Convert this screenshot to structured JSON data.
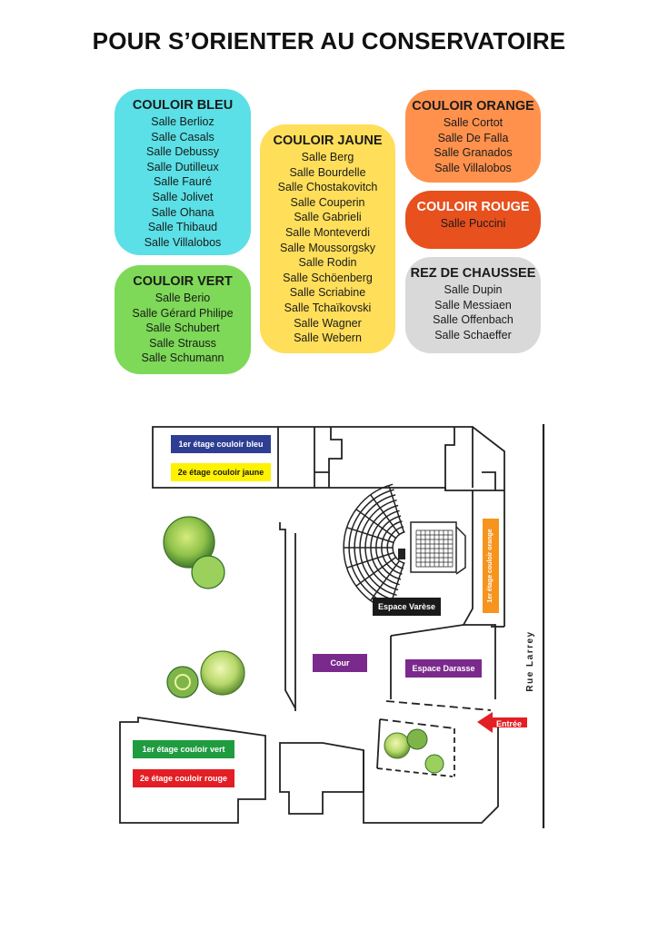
{
  "title": "POUR S’ORIENTER AU CONSERVATOIRE",
  "colors": {
    "bleu": "#5ae0e6",
    "vert": "#7dd957",
    "jaune": "#ffde59",
    "orange": "#ff914d",
    "rouge": "#e8501e",
    "rdc": "#d9d9d9",
    "label_bleu": "#2e3f93",
    "label_jaune": "#fff200",
    "label_orange": "#f7941d",
    "label_vert": "#1f9c3f",
    "label_rouge": "#e31e24",
    "label_cour": "#7a2a8c",
    "label_darasse": "#7a2a8c",
    "label_varese": "#1a1a1a",
    "entree": "#e31e24"
  },
  "couloirs": {
    "bleu": {
      "name": "COULOIR BLEU",
      "rooms": [
        "Salle Berlioz",
        "Salle Casals",
        "Salle Debussy",
        "Salle Dutilleux",
        "Salle Fauré",
        "Salle Jolivet",
        "Salle Ohana",
        "Salle Thibaud",
        "Salle Villalobos"
      ]
    },
    "vert": {
      "name": "COULOIR VERT",
      "rooms": [
        "Salle Berio",
        "Salle Gérard Philipe",
        "Salle Schubert",
        "Salle Strauss",
        "Salle Schumann"
      ]
    },
    "jaune": {
      "name": "COULOIR JAUNE",
      "rooms": [
        "Salle Berg",
        "Salle Bourdelle",
        "Salle Chostakovitch",
        "Salle Couperin",
        "Salle Gabrieli",
        "Salle Monteverdi",
        "Salle Moussorgsky",
        "Salle Rodin",
        "Salle Schöenberg",
        "Salle Scriabine",
        "Salle Tchaïkovski",
        "Salle Wagner",
        "Salle Webern"
      ]
    },
    "orange": {
      "name": "COULOIR ORANGE",
      "rooms": [
        "Salle Cortot",
        "Salle De Falla",
        "Salle Granados",
        "Salle Villalobos"
      ]
    },
    "rouge": {
      "name": "COULOIR ROUGE",
      "rooms": [
        "Salle Puccini"
      ]
    },
    "rdc": {
      "name": "REZ DE CHAUSSEE",
      "rooms": [
        "Salle Dupin",
        "Salle Messiaen",
        "Salle Offenbach",
        "Salle Schaeffer"
      ]
    }
  },
  "map": {
    "bleu": "1er étage couloir bleu",
    "jaune": "2e étage couloir jaune",
    "orange": "1er étage couloir orange",
    "varese": "Espace Varèse",
    "cour": "Cour",
    "darasse": "Espace Darasse",
    "vert": "1er étage couloir vert",
    "rouge": "2e étage couloir rouge",
    "rue": "Rue Larrey",
    "entree": "Entrée"
  }
}
